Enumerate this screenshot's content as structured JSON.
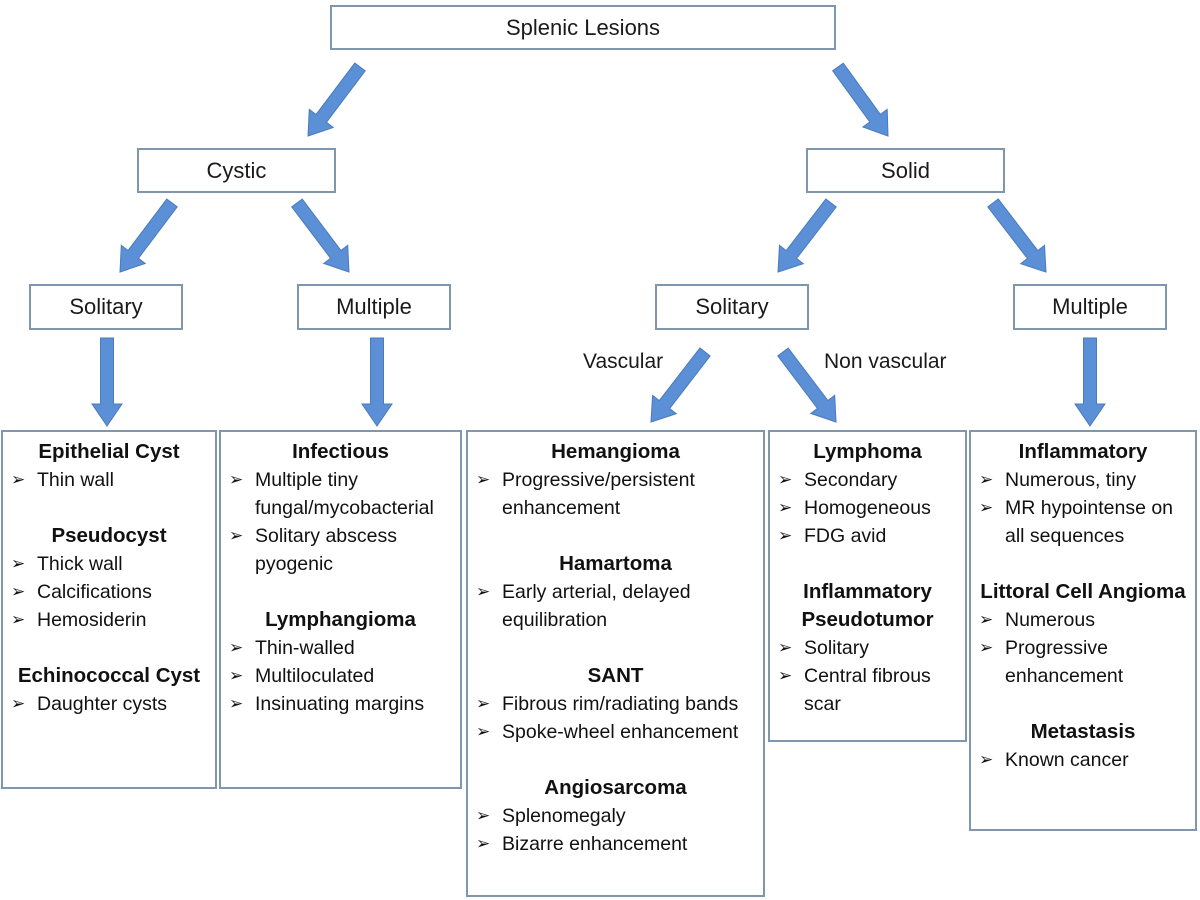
{
  "diagram": {
    "title": "Splenic Lesions",
    "colors": {
      "arrow": "#5b8fd6",
      "arrow_edge": "#4a7bbd",
      "box_border": "#8096ad"
    },
    "level1": {
      "cystic": "Cystic",
      "solid": "Solid"
    },
    "level2": {
      "cystic_solitary": "Solitary",
      "cystic_multiple": "Multiple",
      "solid_solitary": "Solitary",
      "solid_multiple": "Multiple"
    },
    "edge_labels": {
      "vascular": "Vascular",
      "non_vascular": "Non vascular"
    },
    "bullet_glyph": "➢",
    "panels": {
      "cystic_solitary": [
        {
          "title": "Epithelial Cyst",
          "items": [
            "Thin wall"
          ]
        },
        {
          "title": "Pseudocyst",
          "items": [
            "Thick wall",
            "Calcifications",
            "Hemosiderin"
          ]
        },
        {
          "title": "Echinococcal Cyst",
          "items": [
            "Daughter cysts"
          ]
        }
      ],
      "cystic_multiple": [
        {
          "title": "Infectious",
          "items": [
            "Multiple tiny fungal/mycobacterial",
            "Solitary abscess pyogenic"
          ]
        },
        {
          "title": "Lymphangioma",
          "items": [
            "Thin-walled",
            "Multiloculated",
            "Insinuating margins"
          ]
        }
      ],
      "solid_vascular": [
        {
          "title": "Hemangioma",
          "items": [
            "Progressive/persistent enhancement"
          ]
        },
        {
          "title": "Hamartoma",
          "items": [
            "Early arterial, delayed equilibration"
          ]
        },
        {
          "title": "SANT",
          "items": [
            "Fibrous rim/radiating bands",
            "Spoke-wheel enhancement"
          ]
        },
        {
          "title": "Angiosarcoma",
          "items": [
            "Splenomegaly",
            "Bizarre enhancement"
          ]
        }
      ],
      "solid_non_vascular": [
        {
          "title": "Lymphoma",
          "items": [
            "Secondary",
            "Homogeneous",
            "FDG avid"
          ]
        },
        {
          "title": "Inflammatory Pseudotumor",
          "items": [
            "Solitary",
            "Central fibrous scar"
          ]
        }
      ],
      "solid_multiple": [
        {
          "title": "Inflammatory",
          "items": [
            "Numerous, tiny",
            "MR hypointense on all sequences"
          ]
        },
        {
          "title": "Littoral Cell Angioma",
          "items": [
            "Numerous",
            "Progressive enhancement"
          ]
        },
        {
          "title": "Metastasis",
          "items": [
            "Known cancer"
          ]
        }
      ]
    }
  }
}
